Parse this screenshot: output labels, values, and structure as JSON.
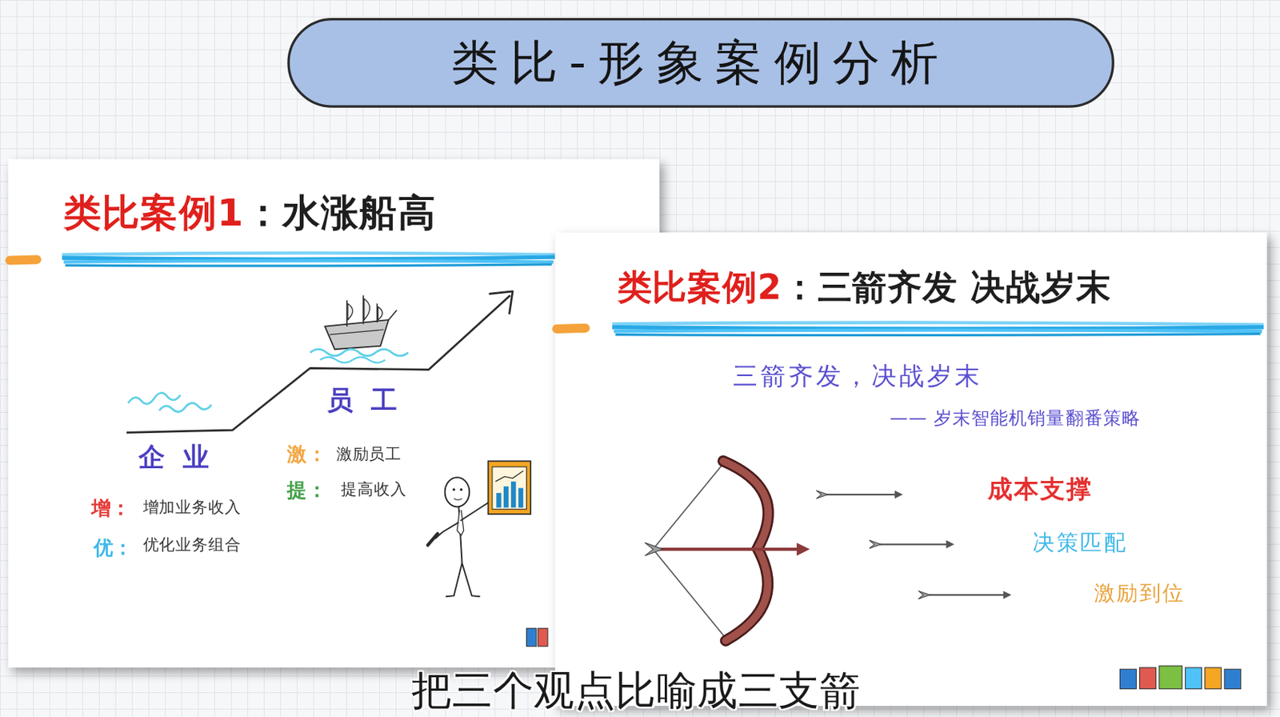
{
  "diagram": {
    "caption": "把三个观点比喻成三支箭",
    "nodes": [
      {
        "text": [
          "类比-形象案例分析"
        ]
      },
      {
        "text": [
          "类比案例1",
          "：水涨船高"
        ]
      },
      {
        "text": [
          "类比案例2",
          "：三箭齐发 决战岁末"
        ]
      }
    ],
    "labels": [
      "企业",
      "员工",
      "增：",
      "增加业务收入",
      "优：",
      "优化业务组合",
      "激：",
      "激励员工",
      "提：",
      "提高收入",
      "三箭齐发，决战岁末",
      "—— 岁末智能机销量翻番策略",
      "成本支撑",
      "决策匹配",
      "激励到位"
    ]
  }
}
